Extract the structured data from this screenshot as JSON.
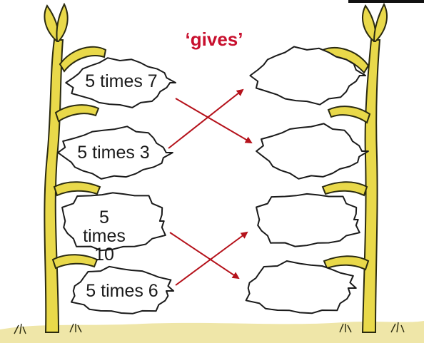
{
  "heading": "‘gives’",
  "left_boxes": [
    {
      "label": "5 times 7"
    },
    {
      "label": "5 times 3"
    },
    {
      "label": "5 times 10"
    },
    {
      "label": "5 times 6"
    }
  ],
  "right_boxes": [
    {
      "label": ""
    },
    {
      "label": ""
    },
    {
      "label": ""
    },
    {
      "label": ""
    }
  ],
  "arrows": [
    {
      "from": "5 times 7",
      "to_box": 2
    },
    {
      "from": "5 times 3",
      "to_box": 1
    },
    {
      "from": "5 times 10",
      "to_box": 4
    },
    {
      "from": "5 times 6",
      "to_box": 3
    }
  ],
  "colors": {
    "arrow": "#b5121b",
    "stem": "#e9d94a",
    "stem_outline": "#2a2a10",
    "ground": "#efe6a8",
    "heading": "#c8102e"
  }
}
